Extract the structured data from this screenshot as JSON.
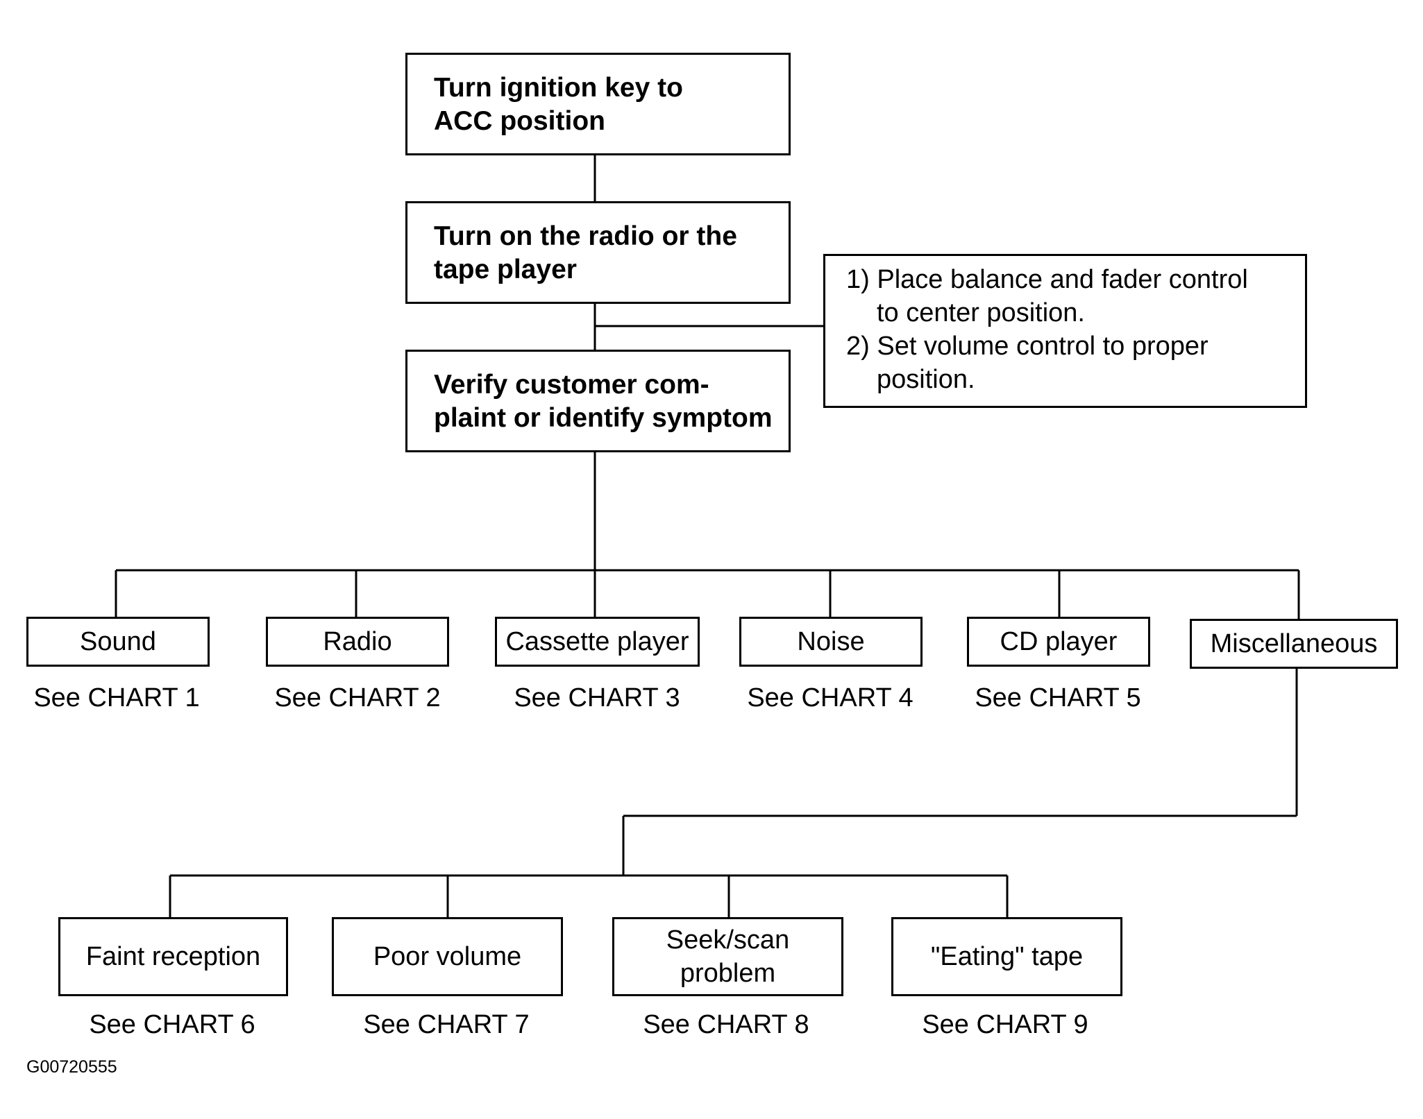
{
  "steps": {
    "step1": {
      "line1": "Turn ignition key to",
      "line2": "ACC position"
    },
    "step2": {
      "line1": "Turn on the radio or the",
      "line2": "tape player"
    },
    "step3": {
      "line1": "Verify customer com-",
      "line2": "plaint  or identify symptom"
    }
  },
  "note": {
    "item1": {
      "line1": "1) Place balance and fader control",
      "line2": "to center position."
    },
    "item2": {
      "line1": "2) Set volume control to proper",
      "line2": "position."
    }
  },
  "categories": [
    {
      "label": "Sound",
      "ref": "See CHART 1"
    },
    {
      "label": "Radio",
      "ref": "See CHART 2"
    },
    {
      "label": "Cassette player",
      "ref": "See CHART 3"
    },
    {
      "label": "Noise",
      "ref": "See CHART 4"
    },
    {
      "label": "CD player",
      "ref": "See CHART 5"
    },
    {
      "label": "Miscellaneous"
    }
  ],
  "miscellaneous_items": [
    {
      "line1": "Faint reception",
      "ref": "See CHART 6"
    },
    {
      "line1": "Poor volume",
      "ref": "See CHART 7"
    },
    {
      "line1": "Seek/scan",
      "line2": "problem",
      "ref": "See CHART 8"
    },
    {
      "line1": "\"Eating\" tape",
      "ref": "See CHART 9"
    }
  ],
  "figure_id": "G00720555"
}
